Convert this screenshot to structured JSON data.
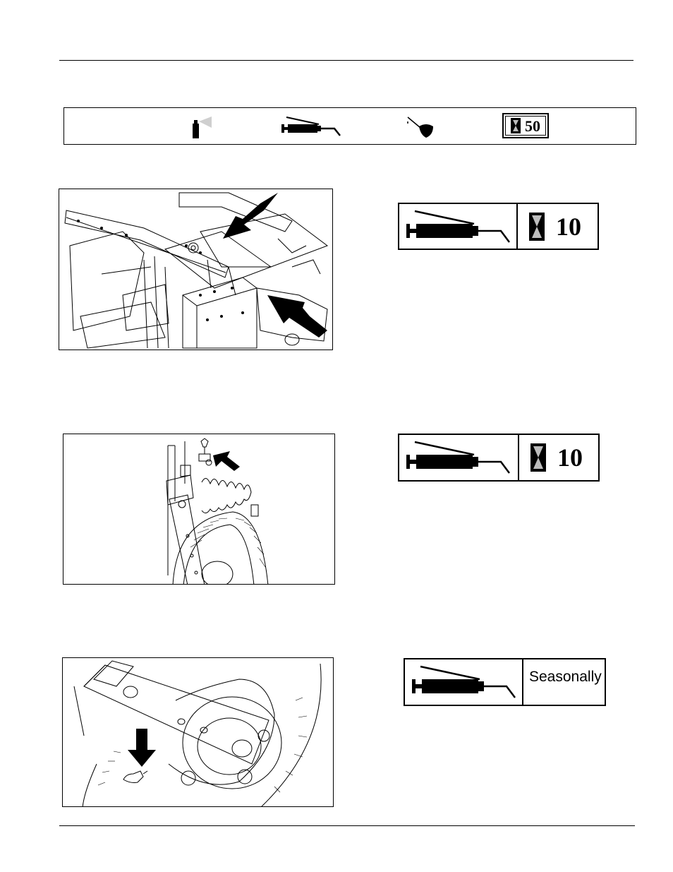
{
  "legend": {
    "icons": [
      "spray-can-icon",
      "grease-gun-icon",
      "oil-can-icon",
      "hourglass-icon"
    ],
    "interval_value": "50"
  },
  "schedules": [
    {
      "icon": "grease-gun-icon",
      "interval_icon": "hourglass-icon",
      "interval_value": "10"
    },
    {
      "icon": "grease-gun-icon",
      "interval_icon": "hourglass-icon",
      "interval_value": "10"
    },
    {
      "icon": "grease-gun-icon",
      "interval_text": "Seasonally"
    }
  ],
  "figures": [
    {
      "icon": "frame-pivot-illustration"
    },
    {
      "icon": "gauge-wheel-spring-illustration"
    },
    {
      "icon": "wheel-hub-illustration"
    }
  ]
}
